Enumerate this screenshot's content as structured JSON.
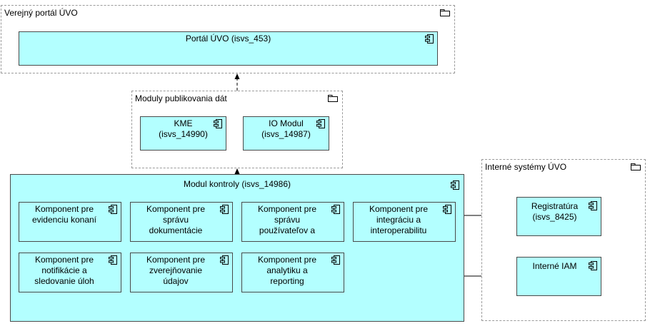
{
  "groups": {
    "portal": {
      "label": "Verejný portál ÚVO",
      "icon": "folder-icon"
    },
    "publish": {
      "label": "Moduly publikovania dát",
      "icon": "folder-icon"
    },
    "internal": {
      "label": "Interné systémy ÚVO",
      "icon": "folder-icon"
    }
  },
  "components": {
    "portal_uvo": {
      "label": "Portál ÚVO (isvs_453)",
      "icon": "component-icon"
    },
    "kme": {
      "label": "KME\n(isvs_14990)",
      "icon": "component-icon"
    },
    "io_modul": {
      "label": "IO Modul\n(isvs_14987)",
      "icon": "component-icon"
    },
    "modul_kontroly": {
      "label": "Modul kontroly (isvs_14986)",
      "icon": "component-icon"
    },
    "evidencia": {
      "label": "Komponent pre\nevidenciu konaní",
      "icon": "component-icon"
    },
    "dokumentacia": {
      "label": "Komponent pre\nsprávu\ndokumentácie",
      "icon": "component-icon"
    },
    "pouzivatelia": {
      "label": "Komponent pre\nsprávu\npoužívateľov a",
      "icon": "component-icon"
    },
    "integracia": {
      "label": "Komponent pre\nintegráciu a\ninteroperabilitu",
      "icon": "component-icon"
    },
    "notifikacie": {
      "label": "Komponent pre\nnotifikácie a\nsledovanie úloh",
      "icon": "component-icon"
    },
    "zverejnovanie": {
      "label": "Komponent pre\nzverejňovanie\núdajov",
      "icon": "component-icon"
    },
    "analytika": {
      "label": "Komponent pre\nanalytiku a\nreporting",
      "icon": "component-icon"
    },
    "registratura": {
      "label": "Registratúra\n(isvs_8425)",
      "icon": "component-icon"
    },
    "interne_iam": {
      "label": "Interné IAM",
      "icon": "component-icon"
    }
  },
  "colors": {
    "component_fill": "#b3ffff",
    "component_border": "#4a4a4a",
    "group_border": "#9a9a9a",
    "connector": "#000000"
  }
}
